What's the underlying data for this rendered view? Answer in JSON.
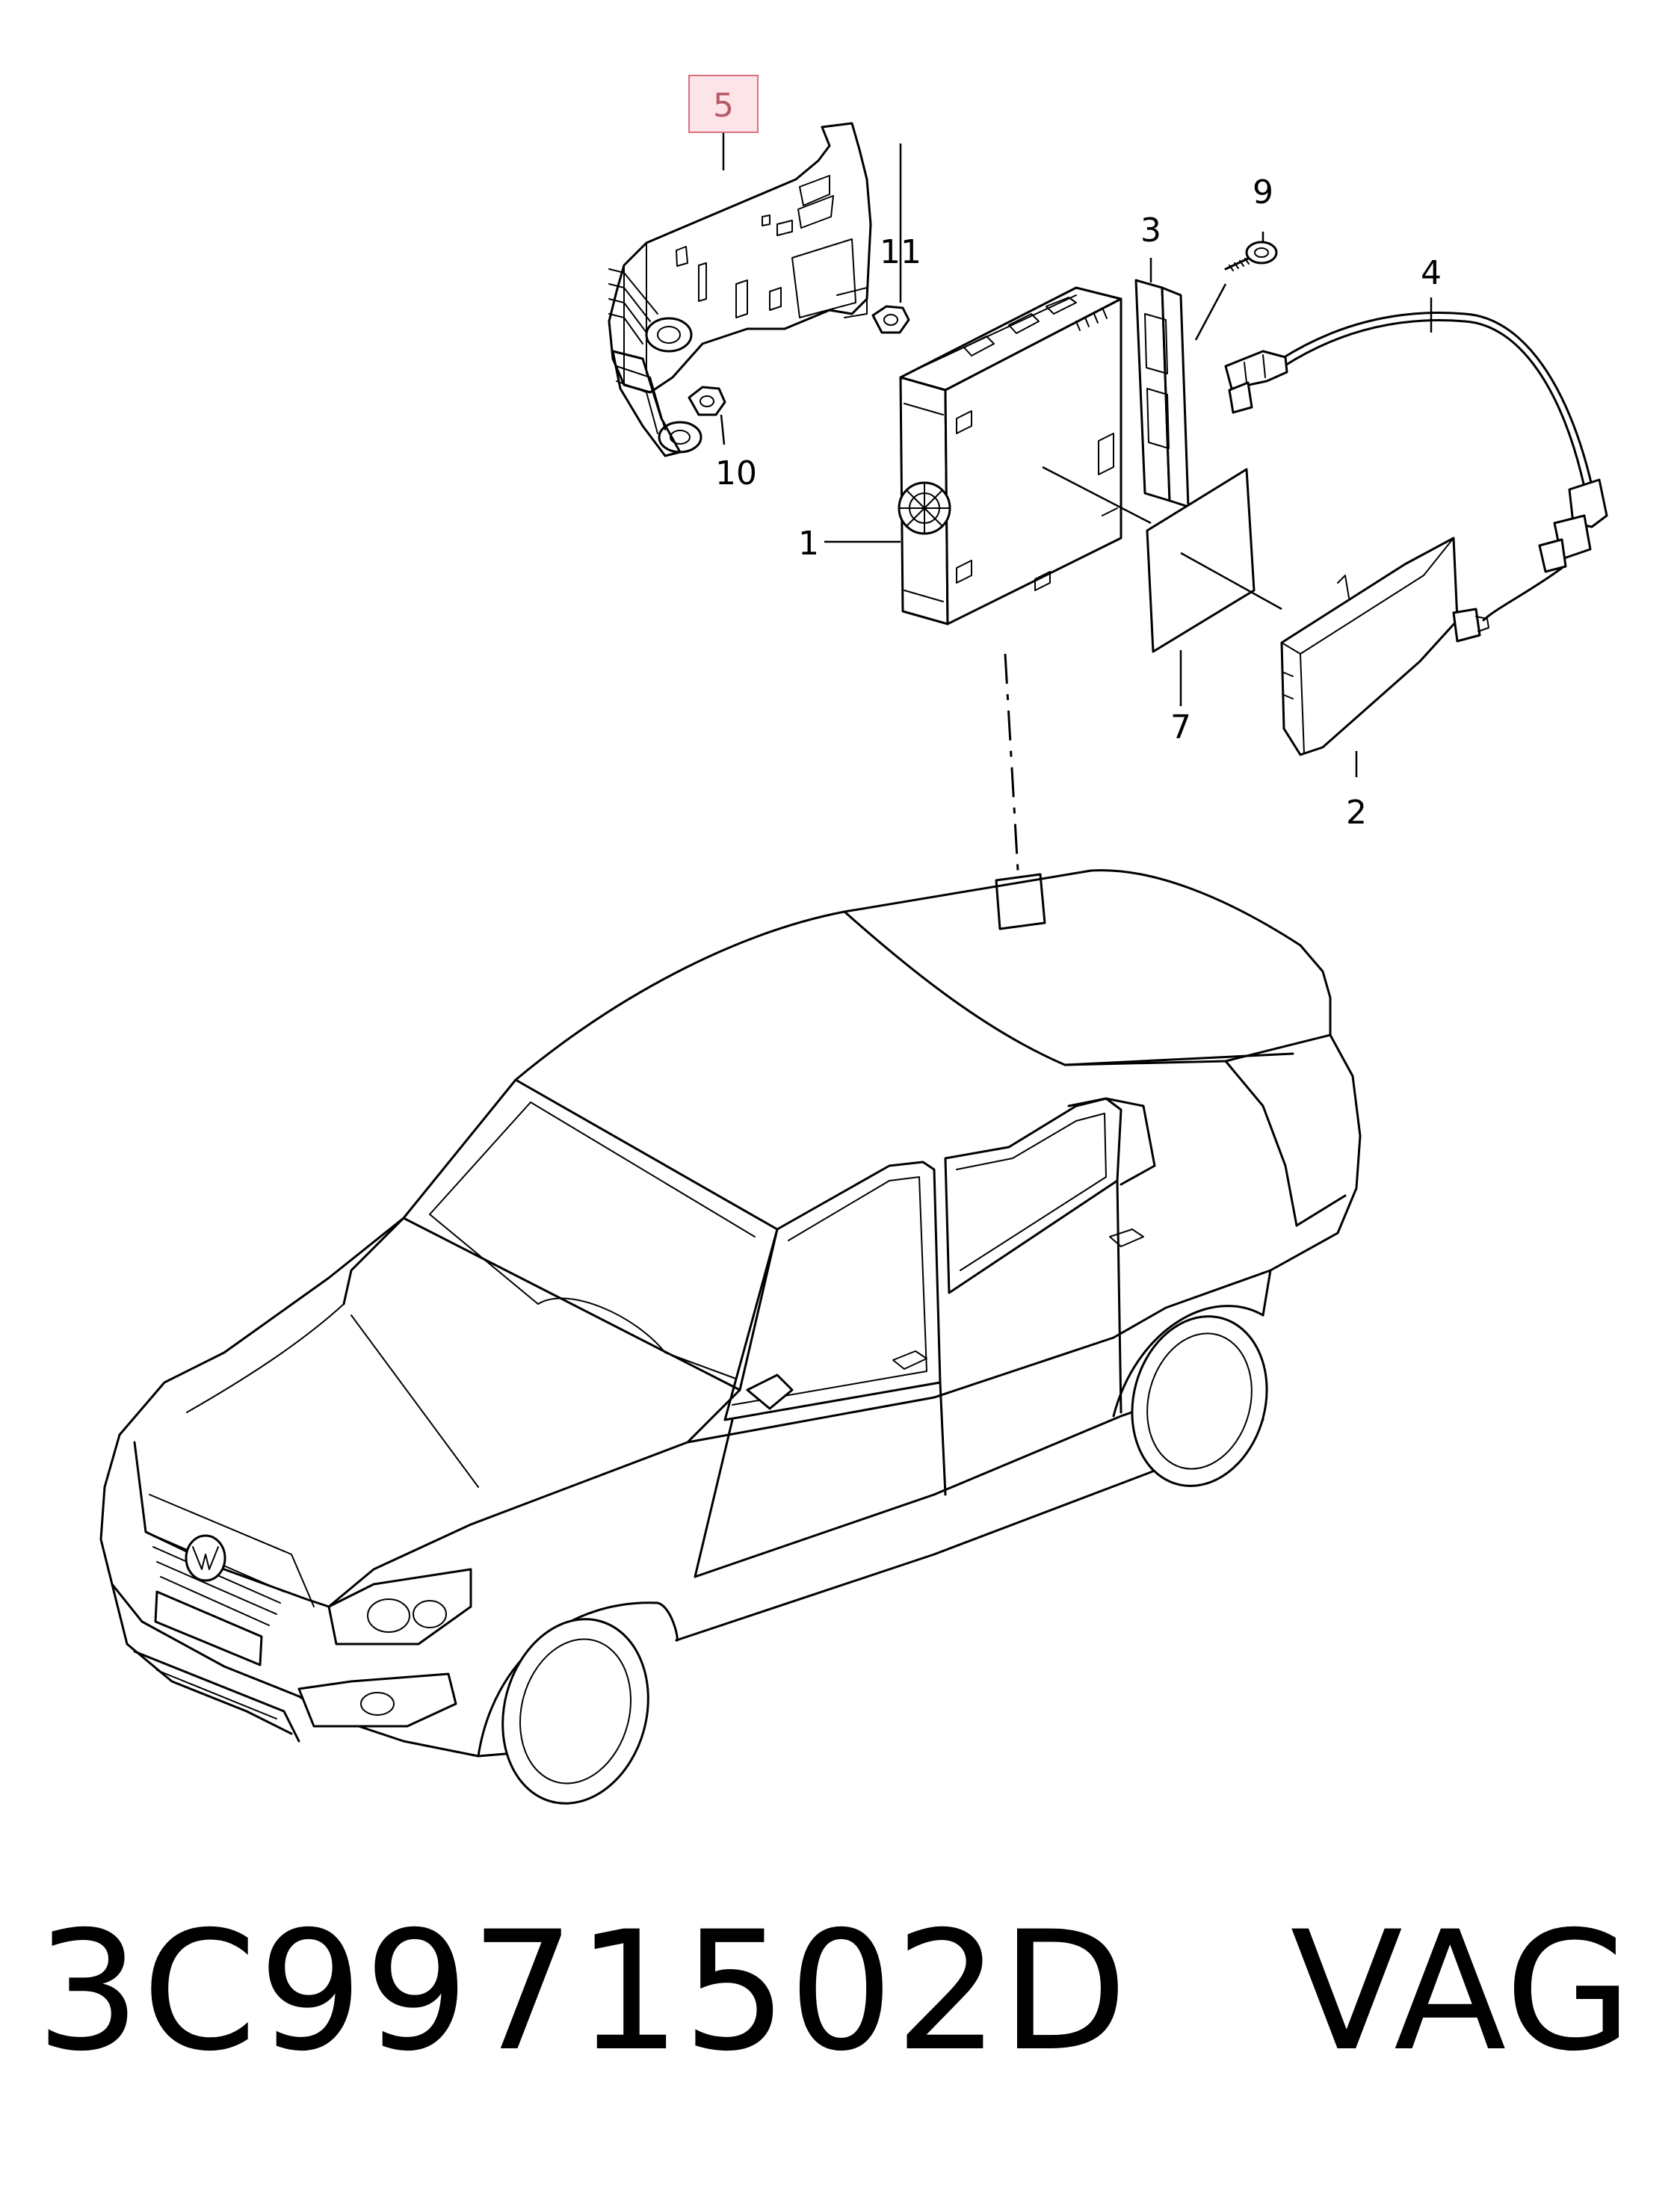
{
  "callouts": {
    "c1": "1",
    "c2": "2",
    "c3": "3",
    "c4": "4",
    "c5": "5",
    "c7": "7",
    "c9": "9",
    "c10": "10",
    "c11": "11"
  },
  "part_number": "3C9971502D   VAG",
  "colors": {
    "highlight_box_fill": "#fde4e8",
    "highlight_box_stroke": "#d9707f",
    "line": "#000000"
  }
}
